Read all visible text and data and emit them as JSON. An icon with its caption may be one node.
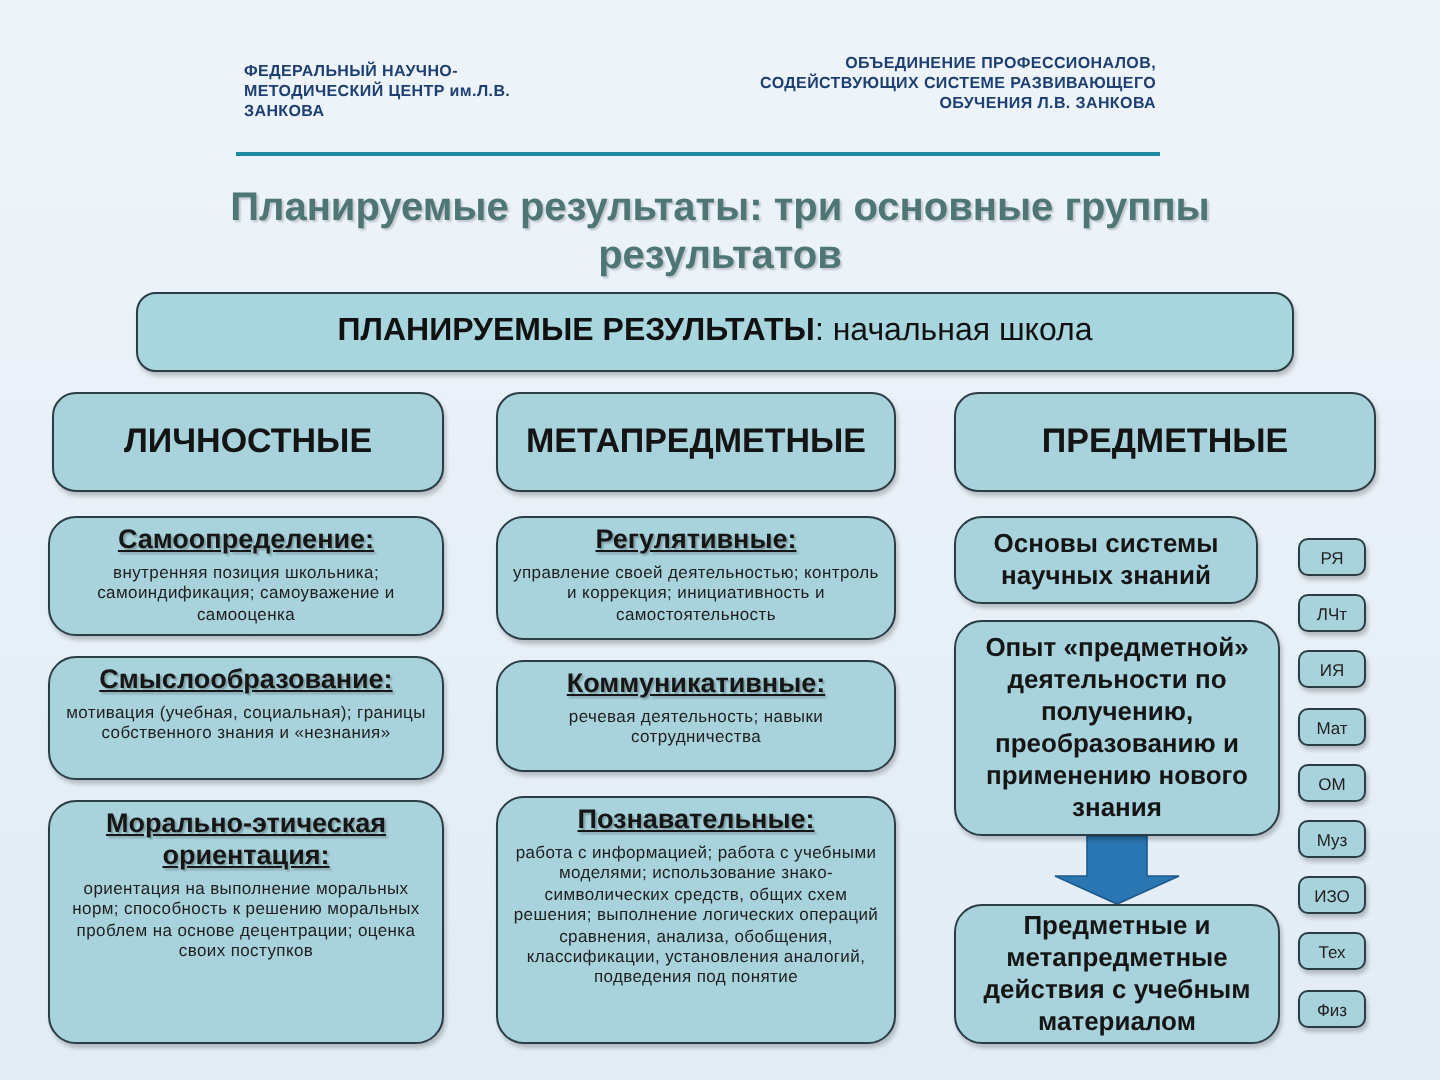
{
  "diagram": {
    "title": "Планируемые результаты: три основные группы результатов",
    "nodes": [
      {
        "text": [
          "**ПЛАНИРУЕМЫЕ РЕЗУЛЬТАТЫ**: начальная школа"
        ]
      },
      {
        "text": [
          "ЛИЧНОСТНЫЕ"
        ]
      },
      {
        "text": [
          "МЕТАПРЕДМЕТНЫЕ"
        ]
      },
      {
        "text": [
          "ПРЕДМЕТНЫЕ"
        ]
      },
      {
        "text": [
          "Самоопределение:",
          "внутренняя позиция школьника; самоиндификация; самоуважение и самооценка"
        ]
      },
      {
        "text": [
          "Смыслообразование:",
          "мотивация (учебная, социальная); границы собственного знания и «незнания»"
        ]
      },
      {
        "text": [
          "Морально-этическая ориентация:",
          "ориентация на выполнение моральных норм; способность к решению моральных проблем на основе децентрации; оценка своих поступков"
        ]
      },
      {
        "text": [
          "Регулятивные:",
          "управление своей деятельностью; контроль и коррекция; инициативность и самостоятельность"
        ]
      },
      {
        "text": [
          "Коммуникативные:",
          "речевая деятельность; навыки сотрудничества"
        ]
      },
      {
        "text": [
          "Познавательные:",
          "работа с информацией; работа с учебными моделями; использование знако-символических средств, общих схем решения; выполнение логических операций сравнения, анализа, обобщения, классификации, установления аналогий, подведения под понятие"
        ]
      },
      {
        "text": [
          "Основы системы научных знаний"
        ]
      },
      {
        "text": [
          "Опыт «предметной» деятельности по получению, преобразованию и применению нового знания"
        ]
      },
      {
        "text": [
          "Предметные и метапредметные действия с учебным материалом"
        ]
      },
      {
        "text": [
          "РЯ"
        ]
      },
      {
        "text": [
          "ЛЧт"
        ]
      },
      {
        "text": [
          "ИЯ"
        ]
      },
      {
        "text": [
          "Мат"
        ]
      },
      {
        "text": [
          "ОМ"
        ]
      },
      {
        "text": [
          "Муз"
        ]
      },
      {
        "text": [
          "ИЗО"
        ]
      },
      {
        "text": [
          "Тех"
        ]
      },
      {
        "text": [
          "Физ"
        ]
      }
    ],
    "edges": [
      {
        "from": 11,
        "to": 12,
        "arrow": "to",
        "style": "thick"
      }
    ],
    "labels": [
      "ФЕДЕРАЛЬНЫЙ НАУЧНО-МЕТОДИЧЕСКИЙ ЦЕНТР им.Л.В. ЗАНКОВА",
      "ОБЪЕДИНЕНИЕ ПРОФЕССИОНАЛОВ, СОДЕЙСТВУЮЩИХ СИСТЕМЕ РАЗВИВАЮЩЕГО ОБУЧЕНИЯ Л.В. ЗАНКОВА"
    ]
  }
}
